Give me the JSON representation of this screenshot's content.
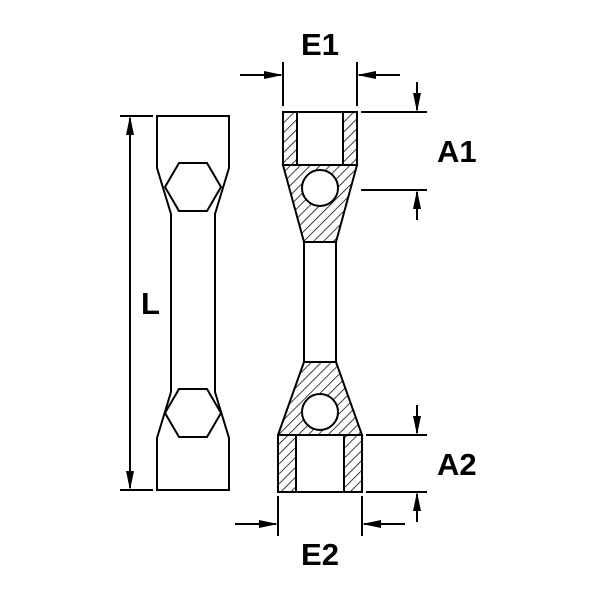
{
  "drawing": {
    "labels": {
      "e1": "E1",
      "a1": "A1",
      "l": "L",
      "a2": "A2",
      "e2": "E2"
    },
    "colors": {
      "line": "#000000",
      "background": "#ffffff"
    }
  }
}
